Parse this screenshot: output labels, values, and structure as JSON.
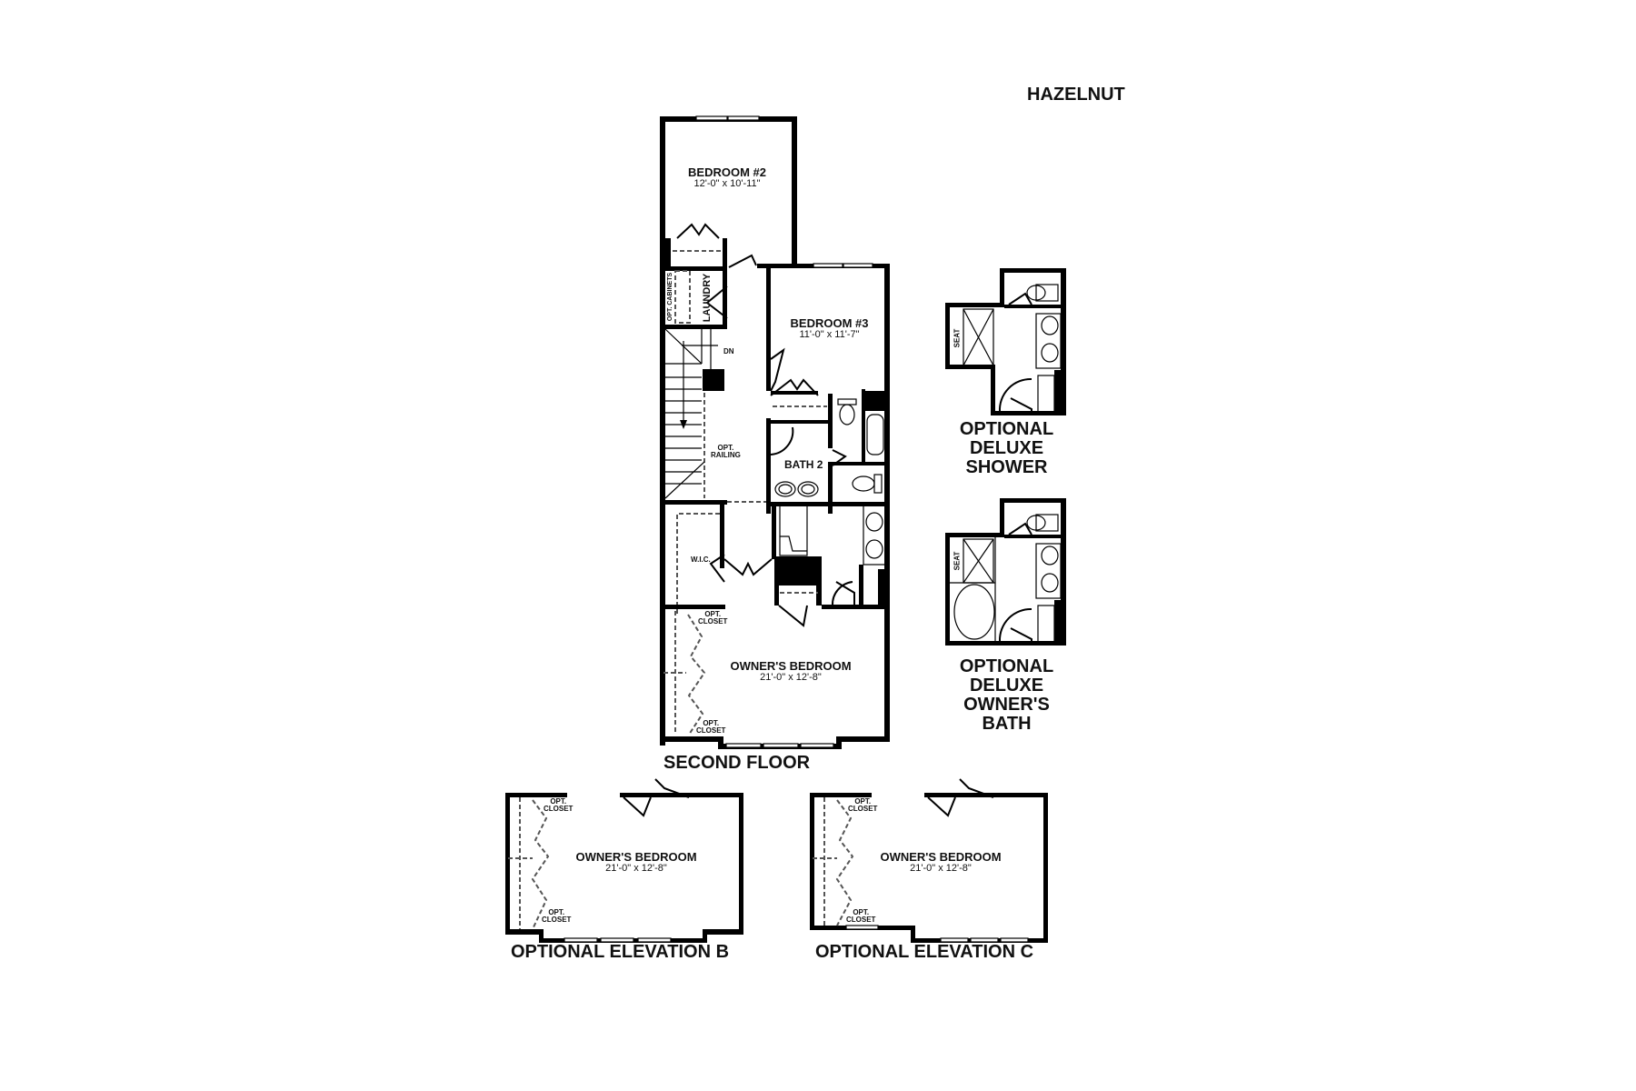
{
  "plan_name": "HAZELNUT",
  "main_plan": {
    "caption": "SECOND FLOOR",
    "rooms": {
      "bedroom2": {
        "name": "BEDROOM #2",
        "dims": "12'-0\" x 10'-11\""
      },
      "bedroom3": {
        "name": "BEDROOM #3",
        "dims": "11'-0\" x 11'-7\""
      },
      "owners_bedroom": {
        "name": "OWNER'S BEDROOM",
        "dims": "21'-0\" x 12'-8\""
      },
      "laundry": "LAUNDRY",
      "opt_cabinets": "OPT. CABINETS",
      "bath2": "BATH 2",
      "wic": "W.I.C.",
      "dn": "DN",
      "opt_railing": [
        "OPT.",
        "RAILING"
      ],
      "opt_closet": [
        "OPT.",
        "CLOSET"
      ]
    }
  },
  "options": {
    "deluxe_shower": {
      "caption": [
        "OPTIONAL",
        "DELUXE",
        "SHOWER"
      ],
      "seat": "SEAT"
    },
    "deluxe_owners_bath": {
      "caption": [
        "OPTIONAL",
        "DELUXE",
        "OWNER'S",
        "BATH"
      ],
      "seat": "SEAT"
    }
  },
  "elevations": [
    {
      "caption": "OPTIONAL ELEVATION B",
      "room_name": "OWNER'S BEDROOM",
      "dims": "21'-0\" x 12'-8\"",
      "opt_closet": [
        "OPT.",
        "CLOSET"
      ]
    },
    {
      "caption": "OPTIONAL ELEVATION C",
      "room_name": "OWNER'S BEDROOM",
      "dims": "21'-0\" x 12'-8\"",
      "opt_closet": [
        "OPT.",
        "CLOSET"
      ]
    }
  ],
  "colors": {
    "ink": "#000000",
    "background": "#ffffff",
    "dashed": "#555555"
  }
}
